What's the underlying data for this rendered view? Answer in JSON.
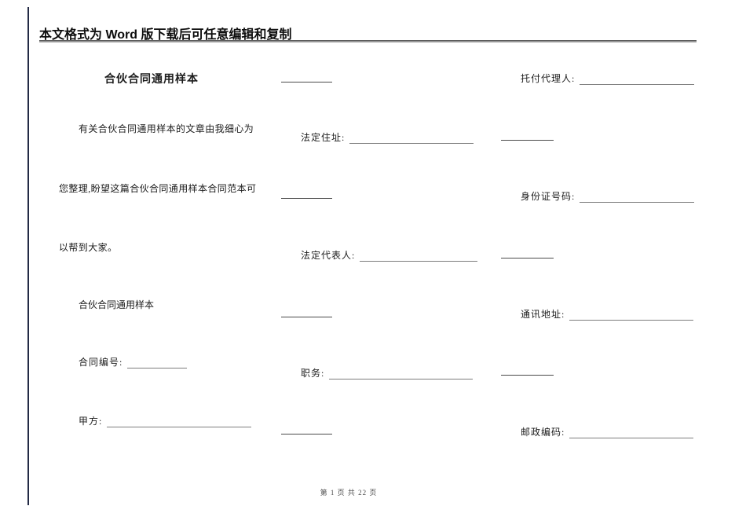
{
  "header": {
    "notice": "本文格式为 Word 版下载后可任意编辑和复制"
  },
  "doc": {
    "title": "合伙合同通用样本",
    "intro": [
      "有关合伙合同通用样本的文章由我细心为",
      "您整理,盼望这篇合伙合同通用样本合同范本可",
      "以帮到大家。"
    ],
    "subtitle": "合伙合同通用样本",
    "fields": {
      "contract_no": "合同编号:",
      "party_a": "甲方:",
      "legal_address": "法定住址:",
      "legal_rep": "法定代表人:",
      "position": "职务:",
      "agent": "托付代理人:",
      "id_number": "身份证号码:",
      "comm_address": "通讯地址:",
      "postal_code": "邮政编码:"
    }
  },
  "footer": {
    "page_info": "第 1 页 共 22 页"
  }
}
